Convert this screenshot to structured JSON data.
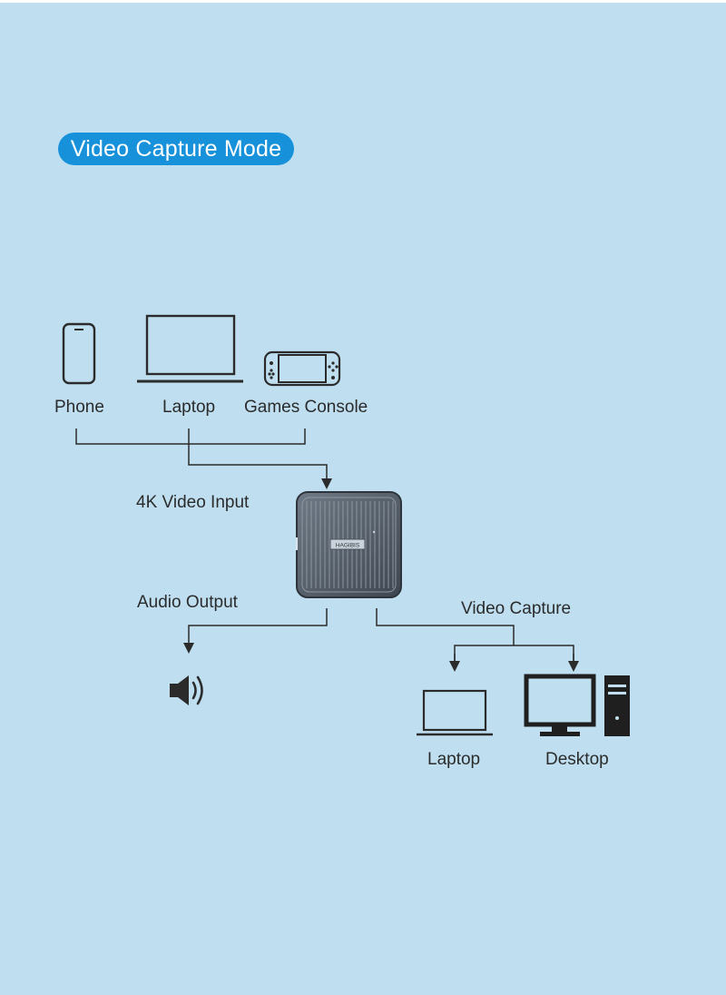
{
  "title": "Video Capture Mode",
  "sources": [
    {
      "label": "Phone"
    },
    {
      "label": "Laptop"
    },
    {
      "label": "Games Console"
    }
  ],
  "device": {
    "input_label": "4K Video Input",
    "audio_label": "Audio Output",
    "capture_label": "Video Capture",
    "brand": "HAGIBIS"
  },
  "outputs": [
    {
      "label": "Laptop"
    },
    {
      "label": "Desktop"
    }
  ],
  "colors": {
    "background": "#bfdff1",
    "accent": "#1791d9",
    "line": "#2b2b2b"
  }
}
